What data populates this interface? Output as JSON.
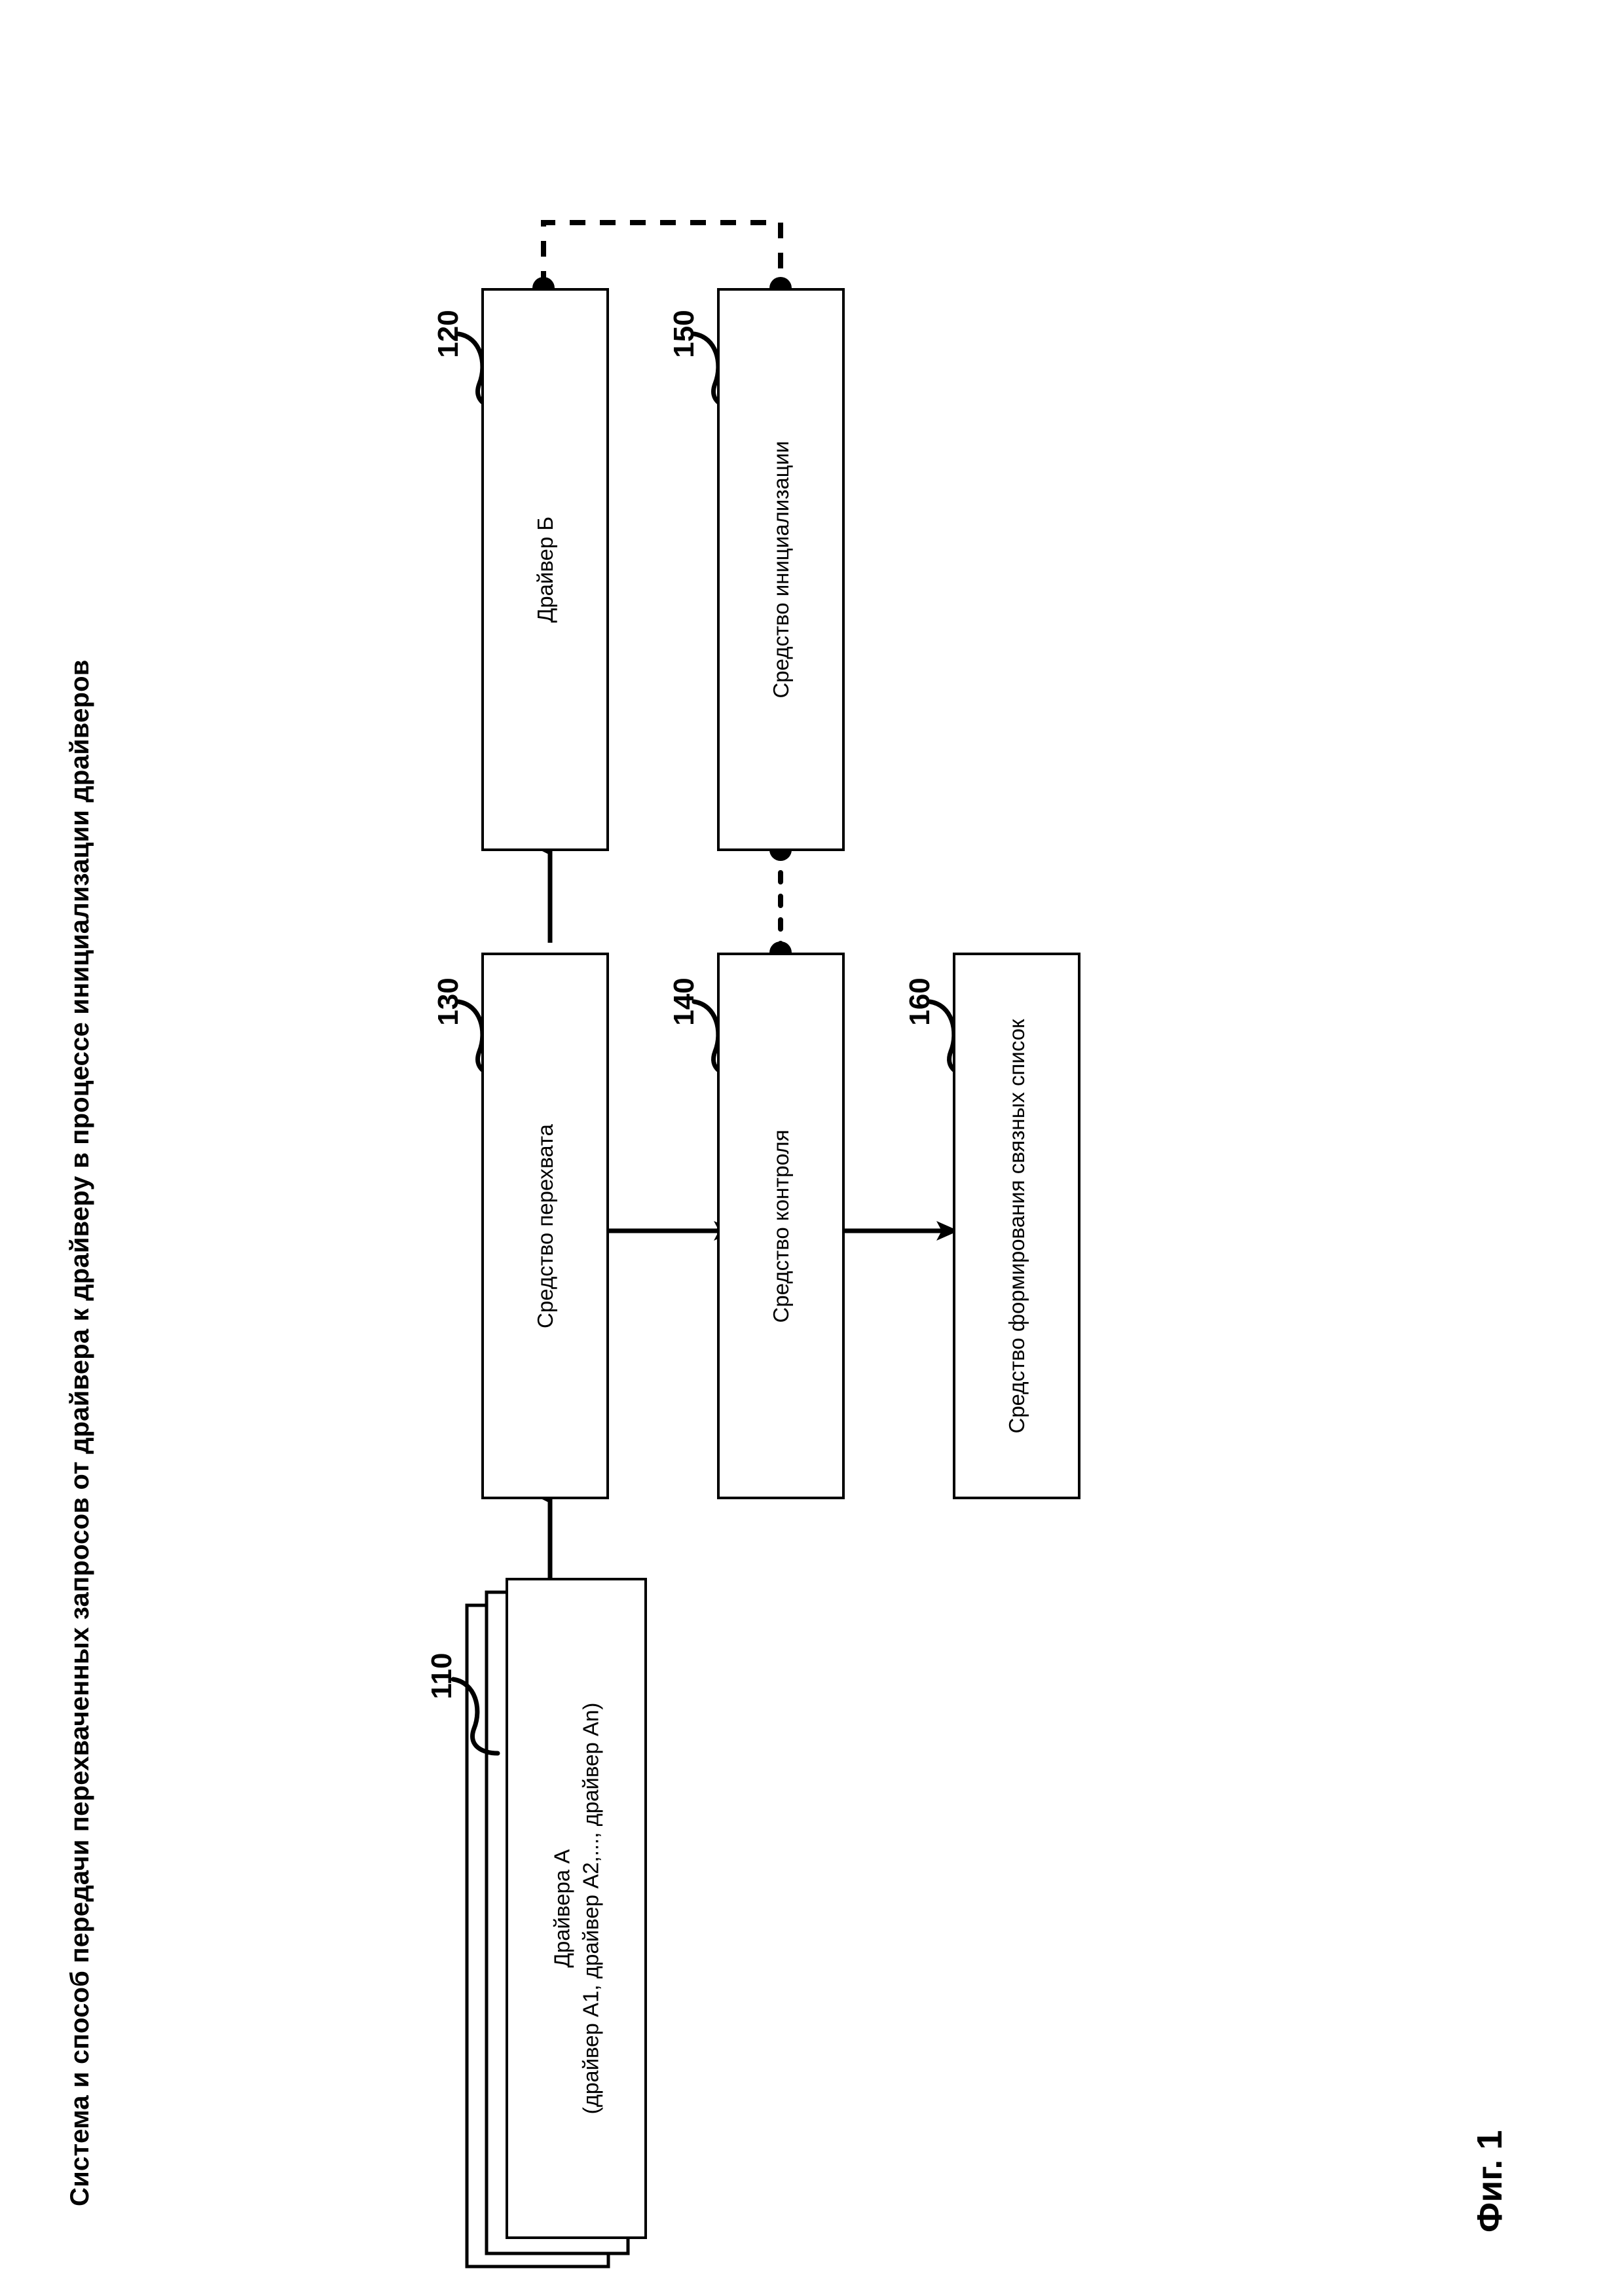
{
  "document": {
    "title": "Система и способ передачи перехваченных запросов от драйвера к драйверу в процессе инициализации драйверов",
    "figure_caption": "Фиг. 1"
  },
  "diagram": {
    "type": "block-diagram",
    "orientation": "landscape-rotated-90ccw",
    "stroke_color": "#000000",
    "background_color": "#ffffff",
    "blocks": [
      {
        "ref": "110",
        "name": "drivers-a",
        "label": "Драйвера А\n(драйвер А1, драйвер А2,..., драйвер Аn)",
        "label_line1": "Драйвера А",
        "label_line2": "(драйвер А1, драйвер А2,..., драйвер Аn)",
        "stacked": true,
        "stack_count": 3
      },
      {
        "ref": "120",
        "name": "driver-b",
        "label": "Драйвер Б",
        "stacked": false
      },
      {
        "ref": "130",
        "name": "interception-means",
        "label": "Средство перехвата",
        "stacked": false
      },
      {
        "ref": "140",
        "name": "control-means",
        "label": "Средство контроля",
        "stacked": false
      },
      {
        "ref": "150",
        "name": "initialization-means",
        "label": "Средство инициализации",
        "stacked": false
      },
      {
        "ref": "160",
        "name": "linked-list-builder",
        "label": "Средство формирования связных список",
        "stacked": false
      }
    ],
    "connections": [
      {
        "name": "drivers-a-to-interception",
        "from": "110",
        "to": "130",
        "style": "solid",
        "arrow": "single"
      },
      {
        "name": "interception-to-driver-b",
        "from": "130",
        "to": "120",
        "style": "solid",
        "arrow": "single"
      },
      {
        "name": "interception-to-control",
        "from": "130",
        "to": "140",
        "style": "solid",
        "arrow": "double"
      },
      {
        "name": "control-to-linked-list",
        "from": "140",
        "to": "160",
        "style": "solid",
        "arrow": "double"
      },
      {
        "name": "control-to-initialization",
        "from": "140",
        "to": "150",
        "style": "dotted",
        "arrow": "none"
      },
      {
        "name": "driver-b-to-initialization",
        "from": "120",
        "to": "150",
        "style": "dashed",
        "arrow": "none"
      }
    ]
  }
}
